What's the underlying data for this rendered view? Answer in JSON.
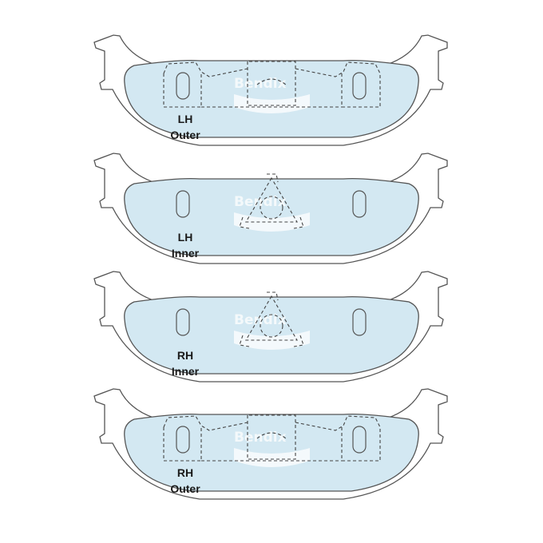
{
  "brand": {
    "watermark": "Bendix",
    "colors": {
      "friction": "#d3e8f2",
      "outline": "#555555",
      "watermark": "#ffffff",
      "label": "#1a1a1a"
    }
  },
  "pads": [
    {
      "id": "lh-outer",
      "label_line1": "LH",
      "label_line2": "Outer",
      "pattern": "outer-bracket"
    },
    {
      "id": "lh-inner",
      "label_line1": "LH",
      "label_line2": "Inner",
      "pattern": "inner-triangle"
    },
    {
      "id": "rh-inner",
      "label_line1": "RH",
      "label_line2": "Inner",
      "pattern": "inner-triangle"
    },
    {
      "id": "rh-outer",
      "label_line1": "RH",
      "label_line2": "Outer",
      "pattern": "outer-bracket"
    }
  ]
}
